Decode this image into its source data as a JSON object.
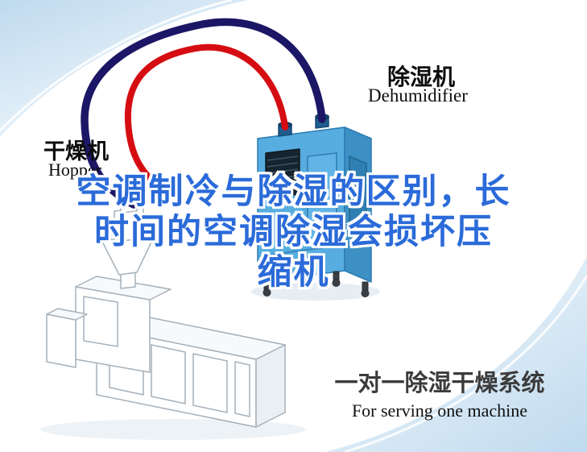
{
  "labels": {
    "dryer": {
      "cn": "干燥机",
      "en": "Hopper"
    },
    "dehumidifier": {
      "cn": "除湿机",
      "en": "Dehumidifier"
    }
  },
  "headline": {
    "lines": [
      "空调制冷与除湿的区别，长",
      "时间的空调除湿会损坏压",
      "缩机"
    ],
    "color": "#2b6bd9"
  },
  "caption": {
    "cn": "一对一除湿干燥系统",
    "en": "For serving one machine"
  },
  "illustration": {
    "dehumidifier_illustration": "blue isometric dehumidifier cabinet on casters",
    "dryer_machine_illustration": "white line-art machine with hopper funnel",
    "hose_red_color": "#d50d12",
    "hose_navy_color": "#1c1666",
    "dehumidifier_front_color": "#57ade0",
    "dehumidifier_side_color": "#3c90c4",
    "dehumidifier_top_color": "#a9d9f3",
    "swoosh_color": "#bfdaee"
  }
}
